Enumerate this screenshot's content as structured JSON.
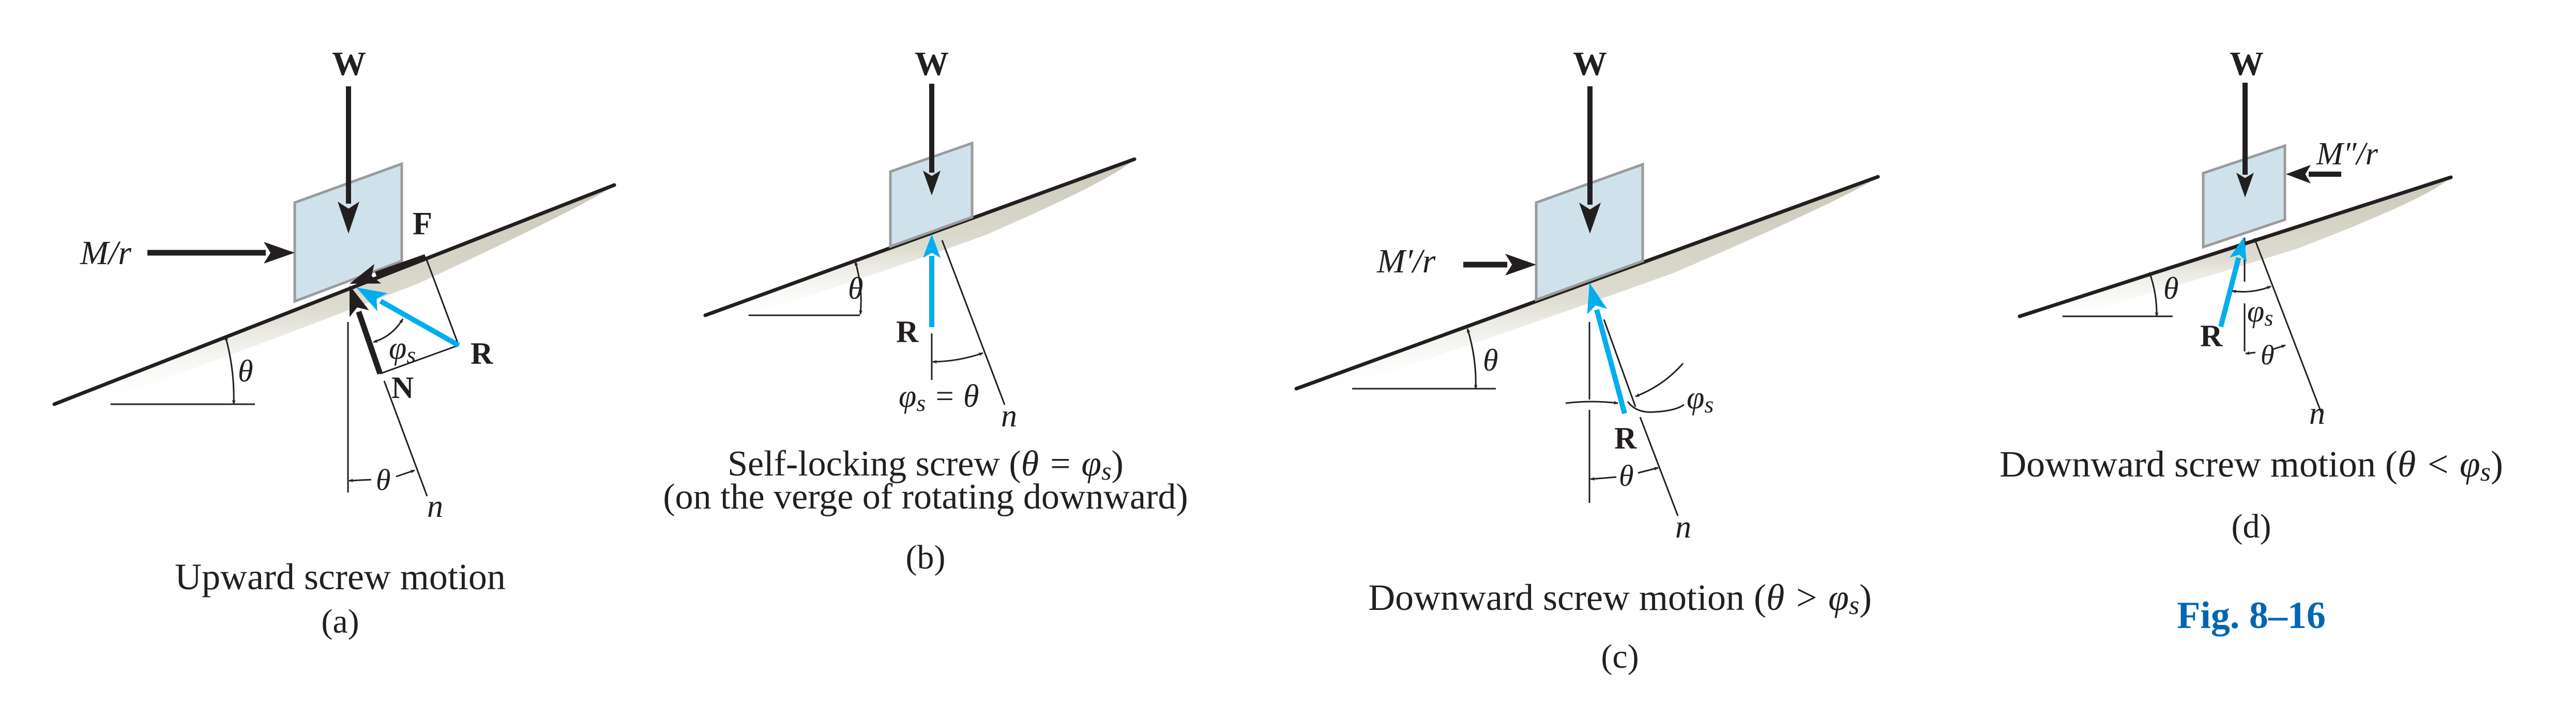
{
  "figure": {
    "label": "Fig. 8–16",
    "label_color": "#0066b3",
    "colors": {
      "ink": "#231f20",
      "block_fill": "#cfe2eb",
      "block_stroke": "#9a9b9d",
      "reaction_arrow": "#00aeef",
      "surface_shade": "#d6d5c8"
    }
  },
  "panels": [
    {
      "id": "a",
      "caption": "Upward screw motion",
      "tag": "(a)",
      "labels": {
        "weight": "W",
        "applied": "M/r",
        "friction": "F",
        "resultant": "R",
        "normal": "N",
        "phi": "φ",
        "phi_sub": "s",
        "theta_incline": "θ",
        "theta_normal": "θ",
        "normal_axis": "n"
      }
    },
    {
      "id": "b",
      "caption_line1_pre": "Self-locking screw (",
      "caption_line1_math": "θ = φ",
      "caption_line1_sub": "s",
      "caption_line1_post": ")",
      "caption_line2": "(on the verge of rotating downward)",
      "tag": "(b)",
      "labels": {
        "weight": "W",
        "resultant": "R",
        "theta_incline": "θ",
        "equality_phi": "φ",
        "equality_sub": "s",
        "equality_rest": " = θ",
        "normal_axis": "n"
      }
    },
    {
      "id": "c",
      "caption_pre": "Downward screw motion (",
      "caption_math": "θ > φ",
      "caption_sub": "s",
      "caption_post": ")",
      "tag": "(c)",
      "labels": {
        "weight": "W",
        "applied": "M′/r",
        "resultant": "R",
        "phi": "φ",
        "phi_sub": "s",
        "theta_incline": "θ",
        "theta_normal": "θ",
        "normal_axis": "n"
      }
    },
    {
      "id": "d",
      "caption_pre": "Downward screw motion (",
      "caption_math": "θ < φ",
      "caption_sub": "s",
      "caption_post": ")",
      "tag": "(d)",
      "labels": {
        "weight": "W",
        "applied": "M″/r",
        "resultant": "R",
        "phi": "φ",
        "phi_sub": "s",
        "theta_incline": "θ",
        "theta_normal": "θ",
        "normal_axis": "n"
      }
    }
  ]
}
